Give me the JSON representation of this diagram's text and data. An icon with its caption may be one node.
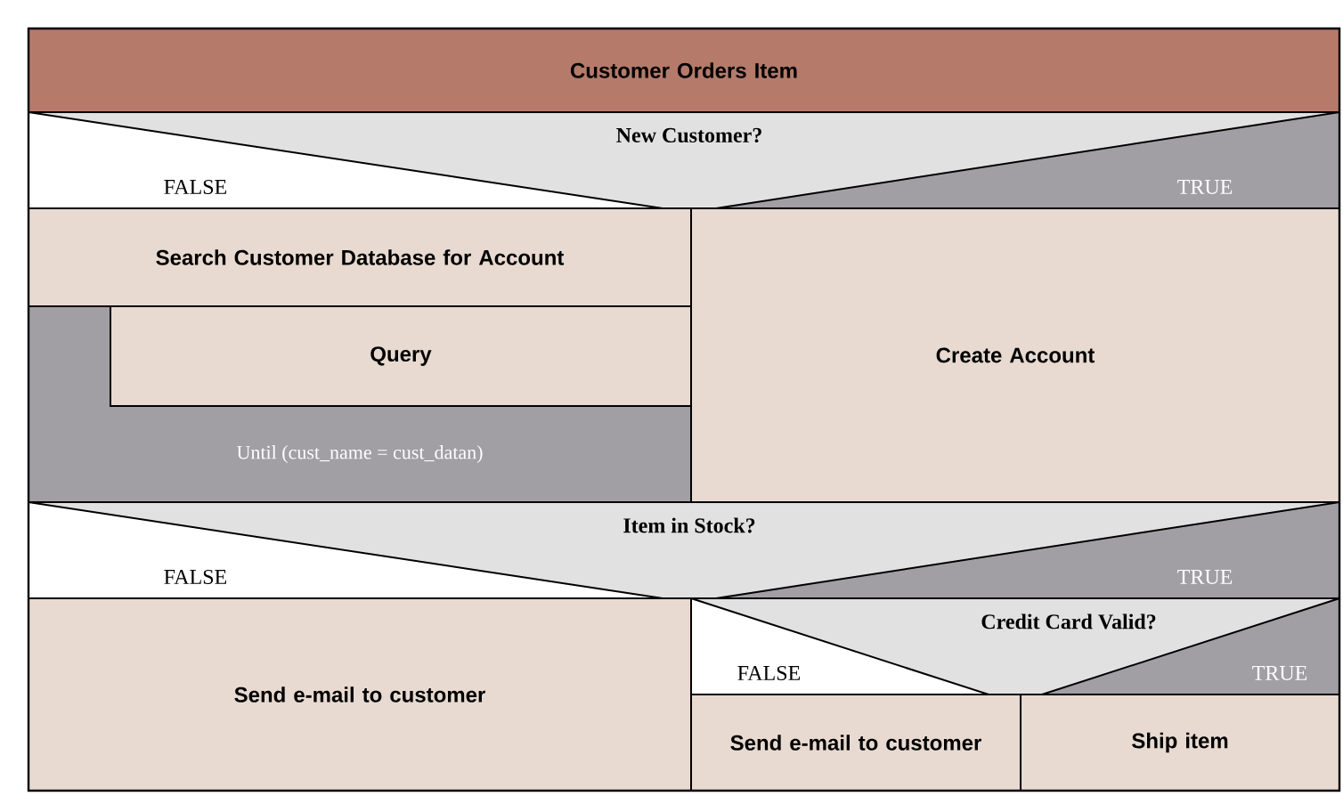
{
  "diagram": {
    "nodes": [
      {
        "text": [
          "Customer Orders Item"
        ]
      },
      {
        "text": [
          "New Customer?",
          "FALSE",
          "TRUE"
        ]
      },
      {
        "text": [
          "Search Customer Database for Account"
        ]
      },
      {
        "text": [
          "Until (cust_name = cust_datan)"
        ]
      },
      {
        "text": [
          "Query"
        ],
        "in": 3
      },
      {
        "text": [
          "Create Account"
        ]
      },
      {
        "text": [
          "Item in Stock?",
          "FALSE",
          "TRUE"
        ]
      },
      {
        "text": [
          "Send e-mail to customer"
        ]
      },
      {
        "text": [
          "Credit Card Valid?",
          "FALSE",
          "TRUE"
        ]
      },
      {
        "text": [
          "Send e-mail to customer"
        ]
      },
      {
        "text": [
          "Ship item"
        ]
      }
    ]
  }
}
